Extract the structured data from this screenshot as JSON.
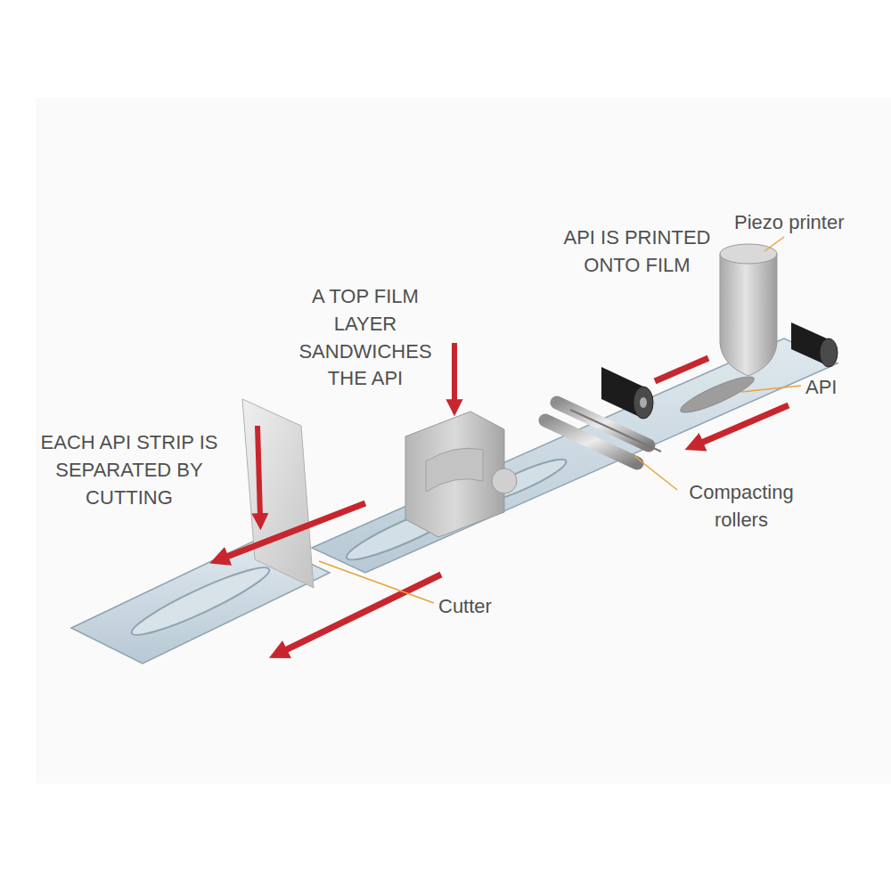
{
  "diagram": {
    "labels": [
      "Piezo printer",
      "API IS PRINTED ONTO FILM",
      "A TOP FILM LAYER SANDWICHES THE API",
      "API",
      "EACH API STRIP IS SEPARATED BY CUTTING",
      "Compacting rollers",
      "Cutter"
    ]
  }
}
